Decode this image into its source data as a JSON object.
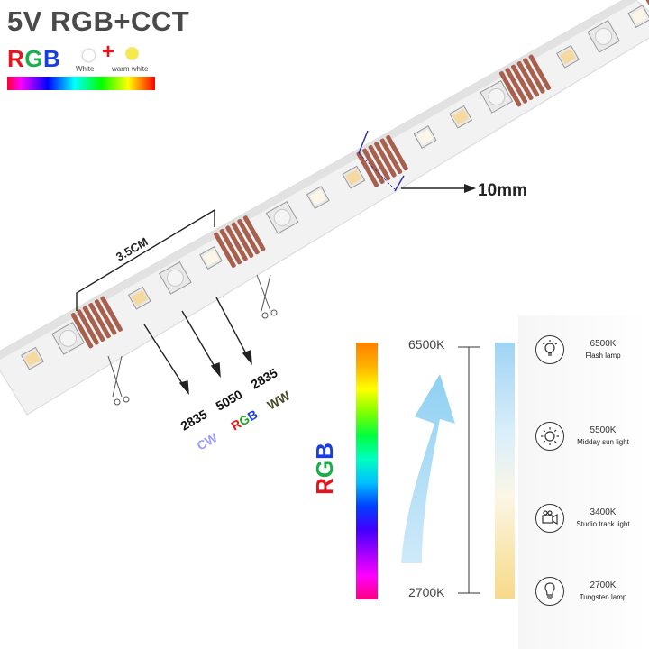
{
  "header": {
    "title": "5V RGB+CCT",
    "rgb_logo": "RGB",
    "plus": "+",
    "white_label": "White",
    "warm_label": "warm white"
  },
  "strip": {
    "width_label": "3.5CM",
    "cut_width_label": "10mm",
    "chips": {
      "sizes": [
        "2835",
        "5050",
        "2835"
      ],
      "types": [
        "CW",
        "RGB",
        "WW"
      ]
    }
  },
  "rgb_scale": {
    "label": "RGB"
  },
  "cct_scale": {
    "top_label": "6500K",
    "bottom_label": "2700K",
    "temps": [
      {
        "k": "6500K",
        "name": "Flash lamp",
        "icon": "lightbulb-icon"
      },
      {
        "k": "5500K",
        "name": "Midday sun light",
        "icon": "sun-icon"
      },
      {
        "k": "3400K",
        "name": "Studio track light",
        "icon": "camera-icon"
      },
      {
        "k": "2700K",
        "name": "Tungsten lamp",
        "icon": "bulb-icon"
      }
    ]
  },
  "colors": {
    "title": "#4a4a4a",
    "cw": "#9a9aff",
    "rgb_r": "#e8141c",
    "rgb_g": "#1aa81a",
    "rgb_b": "#1a3de0",
    "ww": "#4a4a2a",
    "pad": "#a85a4a",
    "strip": "#f2f2f2"
  }
}
